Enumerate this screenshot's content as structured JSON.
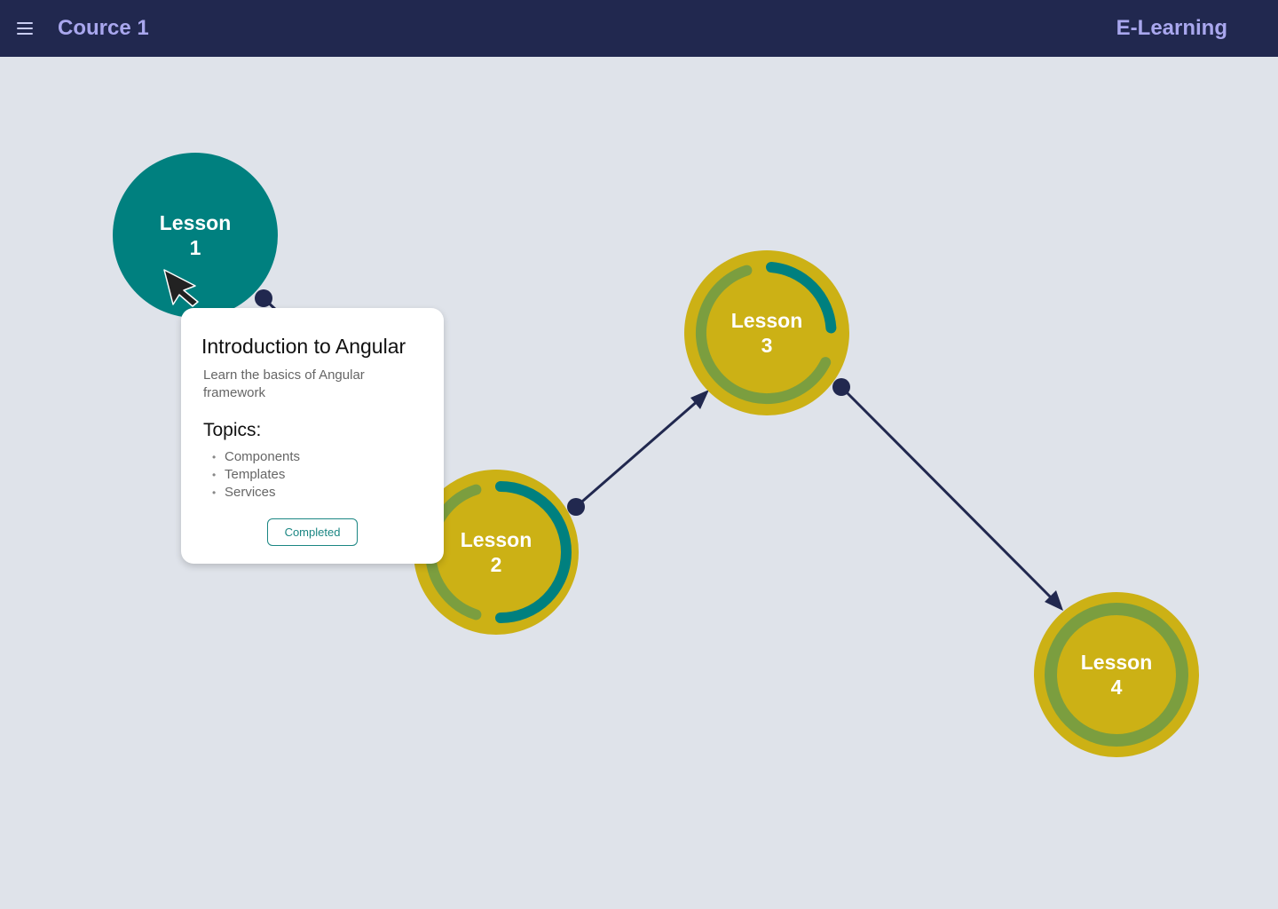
{
  "header": {
    "course_title": "Cource 1",
    "app_title": "E-Learning"
  },
  "lessons": [
    {
      "label_line1": "Lesson",
      "label_line2": "1",
      "status": "completed"
    },
    {
      "label_line1": "Lesson",
      "label_line2": "2",
      "status": "in-progress"
    },
    {
      "label_line1": "Lesson",
      "label_line2": "3",
      "status": "in-progress"
    },
    {
      "label_line1": "Lesson",
      "label_line2": "4",
      "status": "not-started"
    }
  ],
  "popover": {
    "title": "Introduction to Angular",
    "description": "Learn the basics of Angular framework",
    "topics_heading": "Topics:",
    "topics": [
      "Components",
      "Templates",
      "Services"
    ],
    "status_label": "Completed"
  },
  "colors": {
    "header_bg": "#21284f",
    "header_text": "#a9a7ee",
    "background": "#dfe3ea",
    "completed": "#00807f",
    "node_fill": "#ccb115",
    "ring_base": "#7b9e3f",
    "ring_progress": "#00807f",
    "connector": "#21284f"
  },
  "icons": {
    "menu": "menu-icon",
    "cursor": "mouse-pointer-icon"
  }
}
